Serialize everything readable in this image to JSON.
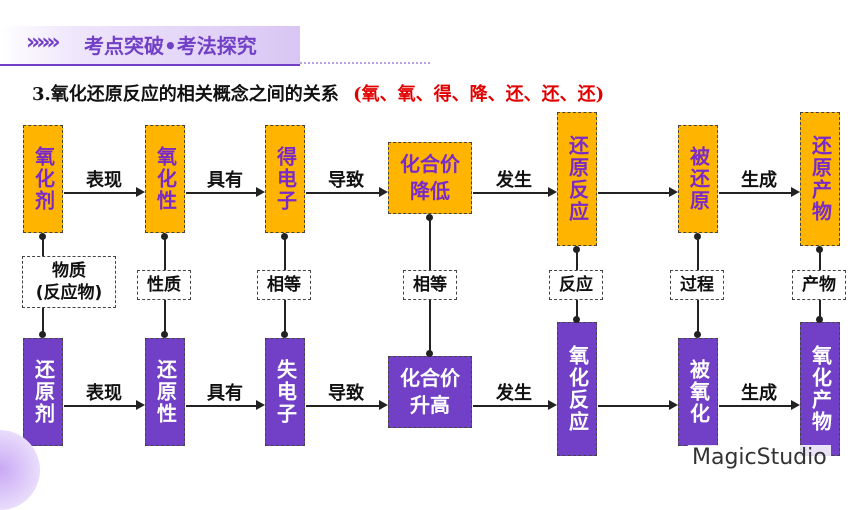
{
  "header": {
    "title": "考点突破•考法探究"
  },
  "heading": {
    "main": "3.氧化还原反应的相关概念之间的关系",
    "mnemonic": "(氧、氧、得、降、还、还、还)"
  },
  "top_row": {
    "oxidant": "氧化剂",
    "oxidizing": "氧化性",
    "gain_e": "得电子",
    "lower": "化合价降低",
    "reduction_rx": "还原反应",
    "reduced": "被还原",
    "reduction_product": "还原产物"
  },
  "bottom_row": {
    "reductant": "还原剂",
    "reducing": "还原性",
    "lose_e": "失电子",
    "raise": "化合价升高",
    "oxidation_rx": "氧化反应",
    "oxidized": "被氧化",
    "oxidation_product": "氧化产物"
  },
  "links": {
    "substance_1": "物质",
    "substance_2": "(反应物)",
    "property": "性质",
    "equal_1": "相等",
    "equal_2": "相等",
    "reaction": "反应",
    "process": "过程",
    "product": "产物"
  },
  "arrows": {
    "show": "表现",
    "have": "具有",
    "cause": "导致",
    "occur": "发生",
    "generate": "生成"
  },
  "watermark": "MagicStudio",
  "colors": {
    "orange": "#FFB400",
    "purple": "#7240C6",
    "mnemonic_red": "#E00000"
  }
}
